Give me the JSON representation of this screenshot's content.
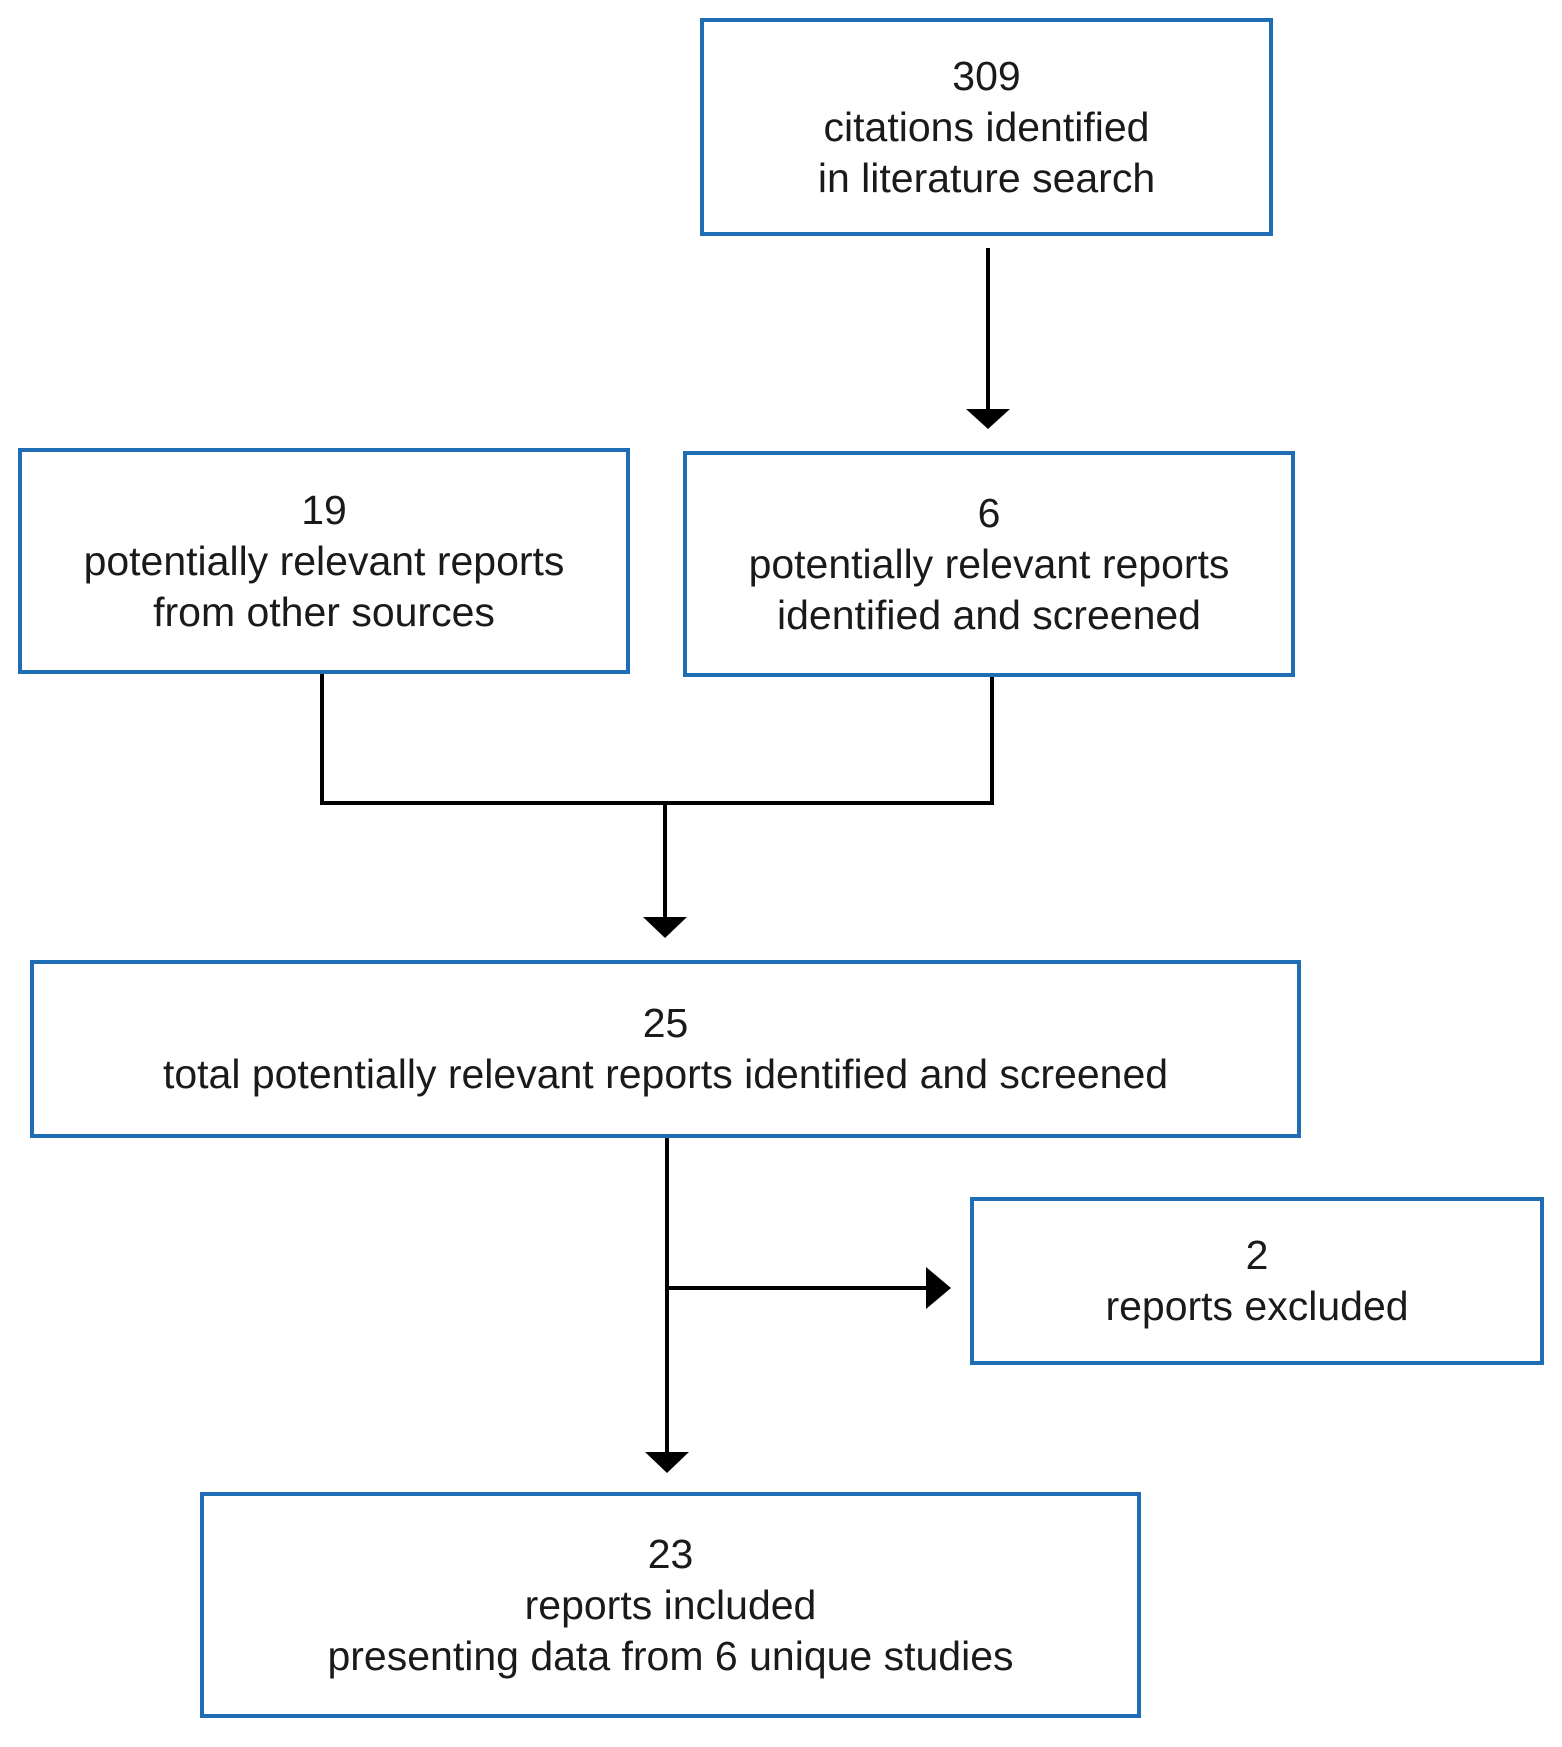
{
  "boxes": {
    "literature": {
      "count": "309",
      "line1": "citations identified",
      "line2": "in literature search"
    },
    "other_sources": {
      "count": "19",
      "line1": "potentially relevant reports",
      "line2": "from other sources"
    },
    "screened": {
      "count": "6",
      "line1": "potentially relevant reports",
      "line2": "identified and screened"
    },
    "total": {
      "count": "25",
      "line1": "total potentially relevant reports identified and screened"
    },
    "excluded": {
      "count": "2",
      "line1": "reports excluded"
    },
    "included": {
      "count": "23",
      "line1": "reports included",
      "line2": "presenting data from 6 unique studies"
    }
  },
  "colors": {
    "box_border": "#1f6db5",
    "connector": "#000000",
    "text": "#1a1a1a"
  }
}
